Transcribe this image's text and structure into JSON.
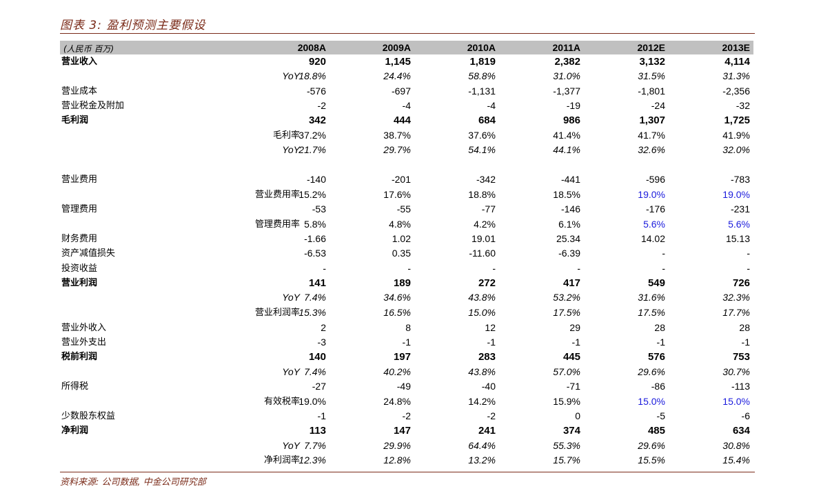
{
  "title": "图表 3: 盈利预测主要假设",
  "unit_label": "(人民币  百万)",
  "columns": [
    "2008A",
    "2009A",
    "2010A",
    "2011A",
    "2012E",
    "2013E"
  ],
  "accent_color": "#7a2a18",
  "highlight_color": "#1a1adc",
  "rows": [
    {
      "label": "营业收入",
      "style": "bold",
      "values": [
        "920",
        "1,145",
        "1,819",
        "2,382",
        "3,132",
        "4,114"
      ]
    },
    {
      "label": "YoY",
      "style": "ital-sub",
      "values": [
        "18.8%",
        "24.4%",
        "58.8%",
        "31.0%",
        "31.5%",
        "31.3%"
      ]
    },
    {
      "label": "营业成本",
      "style": "plain",
      "values": [
        "-576",
        "-697",
        "-1,131",
        "-1,377",
        "-1,801",
        "-2,356"
      ]
    },
    {
      "label": "营业税金及附加",
      "style": "plain",
      "values": [
        "-2",
        "-4",
        "-4",
        "-19",
        "-24",
        "-32"
      ]
    },
    {
      "label": "毛利润",
      "style": "bold",
      "values": [
        "342",
        "444",
        "684",
        "986",
        "1,307",
        "1,725"
      ]
    },
    {
      "label": "毛利率",
      "style": "sub",
      "values": [
        "37.2%",
        "38.7%",
        "37.6%",
        "41.4%",
        "41.7%",
        "41.9%"
      ]
    },
    {
      "label": "YoY",
      "style": "ital-sub",
      "values": [
        "21.7%",
        "29.7%",
        "54.1%",
        "44.1%",
        "32.6%",
        "32.0%"
      ]
    },
    {
      "label": "营业费用",
      "style": "plain",
      "values": [
        "-140",
        "-201",
        "-342",
        "-441",
        "-596",
        "-783"
      ]
    },
    {
      "label": "营业费用率",
      "style": "sub",
      "values": [
        "15.2%",
        "17.6%",
        "18.8%",
        "18.5%",
        "19.0%",
        "19.0%"
      ],
      "blue": [
        4,
        5
      ]
    },
    {
      "label": "管理费用",
      "style": "plain",
      "values": [
        "-53",
        "-55",
        "-77",
        "-146",
        "-176",
        "-231"
      ]
    },
    {
      "label": "管理费用率",
      "style": "sub",
      "values": [
        "5.8%",
        "4.8%",
        "4.2%",
        "6.1%",
        "5.6%",
        "5.6%"
      ],
      "blue": [
        4,
        5
      ]
    },
    {
      "label": "财务费用",
      "style": "plain",
      "values": [
        "-1.66",
        "1.02",
        "19.01",
        "25.34",
        "14.02",
        "15.13"
      ]
    },
    {
      "label": "资产减值损失",
      "style": "plain",
      "values": [
        "-6.53",
        "0.35",
        "-11.60",
        "-6.39",
        "-",
        "-"
      ]
    },
    {
      "label": "投资收益",
      "style": "plain",
      "values": [
        "-",
        "-",
        "-",
        "-",
        "-",
        "-"
      ]
    },
    {
      "label": "营业利润",
      "style": "bold",
      "values": [
        "141",
        "189",
        "272",
        "417",
        "549",
        "726"
      ]
    },
    {
      "label": "YoY",
      "style": "ital-sub",
      "values": [
        "7.4%",
        "34.6%",
        "43.8%",
        "53.2%",
        "31.6%",
        "32.3%"
      ]
    },
    {
      "label": "营业利润率",
      "style": "sub-ital",
      "values": [
        "15.3%",
        "16.5%",
        "15.0%",
        "17.5%",
        "17.5%",
        "17.7%"
      ]
    },
    {
      "label": "营业外收入",
      "style": "plain",
      "values": [
        "2",
        "8",
        "12",
        "29",
        "28",
        "28"
      ]
    },
    {
      "label": "营业外支出",
      "style": "plain",
      "values": [
        "-3",
        "-1",
        "-1",
        "-1",
        "-1",
        "-1"
      ]
    },
    {
      "label": "税前利润",
      "style": "bold",
      "values": [
        "140",
        "197",
        "283",
        "445",
        "576",
        "753"
      ]
    },
    {
      "label": "YoY",
      "style": "ital-sub",
      "values": [
        "7.4%",
        "40.2%",
        "43.8%",
        "57.0%",
        "29.6%",
        "30.7%"
      ]
    },
    {
      "label": "所得税",
      "style": "plain",
      "values": [
        "-27",
        "-49",
        "-40",
        "-71",
        "-86",
        "-113"
      ]
    },
    {
      "label": "有效税率",
      "style": "sub",
      "values": [
        "19.0%",
        "24.8%",
        "14.2%",
        "15.9%",
        "15.0%",
        "15.0%"
      ],
      "blue": [
        4,
        5
      ]
    },
    {
      "label": "少数股东权益",
      "style": "plain",
      "values": [
        "-1",
        "-2",
        "-2",
        "0",
        "-5",
        "-6"
      ]
    },
    {
      "label": "净利润",
      "style": "bold",
      "values": [
        "113",
        "147",
        "241",
        "374",
        "485",
        "634"
      ]
    },
    {
      "label": "YoY",
      "style": "ital-sub",
      "values": [
        "7.7%",
        "29.9%",
        "64.4%",
        "55.3%",
        "29.6%",
        "30.8%"
      ]
    },
    {
      "label": "净利润率",
      "style": "sub-ital",
      "values": [
        "12.3%",
        "12.8%",
        "13.2%",
        "15.7%",
        "15.5%",
        "15.4%"
      ]
    }
  ],
  "source": "资料来源: 公司数据, 中金公司研究部"
}
